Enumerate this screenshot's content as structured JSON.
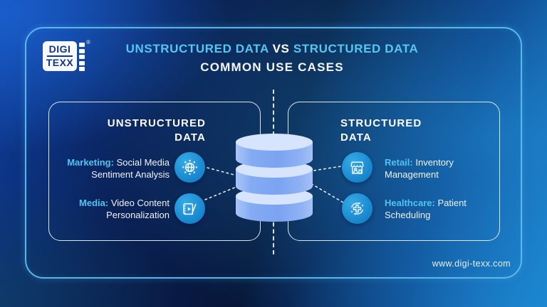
{
  "brand": {
    "logo_top": "DIGI",
    "logo_bottom": "TEXX",
    "registered": "®"
  },
  "header": {
    "title_left": "UNSTRUCTURED DATA",
    "title_vs": "VS",
    "title_right": "STRUCTURED DATA",
    "subtitle": "COMMON USE CASES"
  },
  "left_panel": {
    "title_line1": "UNSTRUCTURED",
    "title_line2": "DATA",
    "items": [
      {
        "label": "Marketing:",
        "text_line1": "Social Media",
        "text_line2": "Sentiment Analysis",
        "icon": "social-globe-icon"
      },
      {
        "label": "Media:",
        "text_line1": "Video Content",
        "text_line2": "Personalization",
        "icon": "video-edit-icon"
      }
    ]
  },
  "right_panel": {
    "title_line1": "STRUCTURED",
    "title_line2": "DATA",
    "items": [
      {
        "label": "Retail:",
        "text_line1": "Inventory",
        "text_line2": "Management",
        "icon": "storefront-icon"
      },
      {
        "label": "Healthcare:",
        "text_line1": "Patient",
        "text_line2": "Scheduling",
        "icon": "medical-cross-icon"
      }
    ]
  },
  "center": {
    "symbol": "database-cylinder"
  },
  "footer": {
    "website": "www.digi-texx.com"
  },
  "colors": {
    "accent_cyan": "#55c7f3",
    "icon_circle": "#1a8dd2",
    "panel_border": "#ecf6fd",
    "outer_border": "#60bcee",
    "cylinder_top": "#d6e4fd",
    "cylinder_body": "#7ba3f1"
  }
}
